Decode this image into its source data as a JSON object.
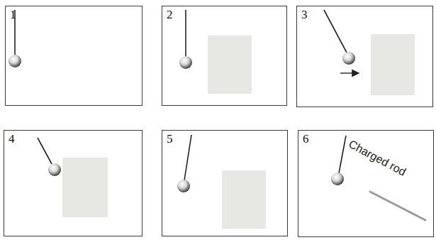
{
  "diagram": {
    "nodes": [
      {
        "text": [
          "1"
        ]
      },
      {
        "text": [
          "2"
        ]
      },
      {
        "text": [
          "3"
        ]
      },
      {
        "text": [
          "4"
        ]
      },
      {
        "text": [
          "5"
        ]
      },
      {
        "text": [
          "6",
          "Charged rod"
        ]
      }
    ]
  }
}
